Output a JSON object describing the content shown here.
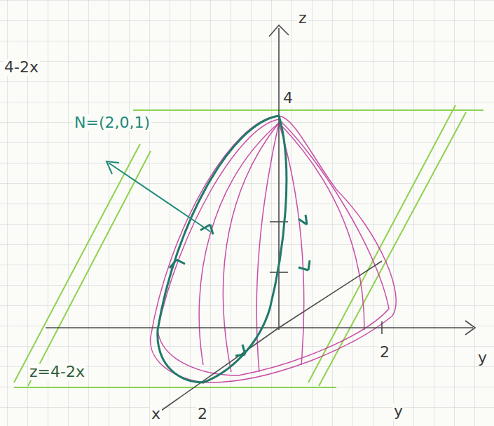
{
  "diagram": {
    "labels": [
      "4-2x",
      "z",
      "4",
      "N=(2,0,1)",
      "2",
      "y",
      "z=4-2x",
      "x",
      "2",
      "y"
    ]
  }
}
